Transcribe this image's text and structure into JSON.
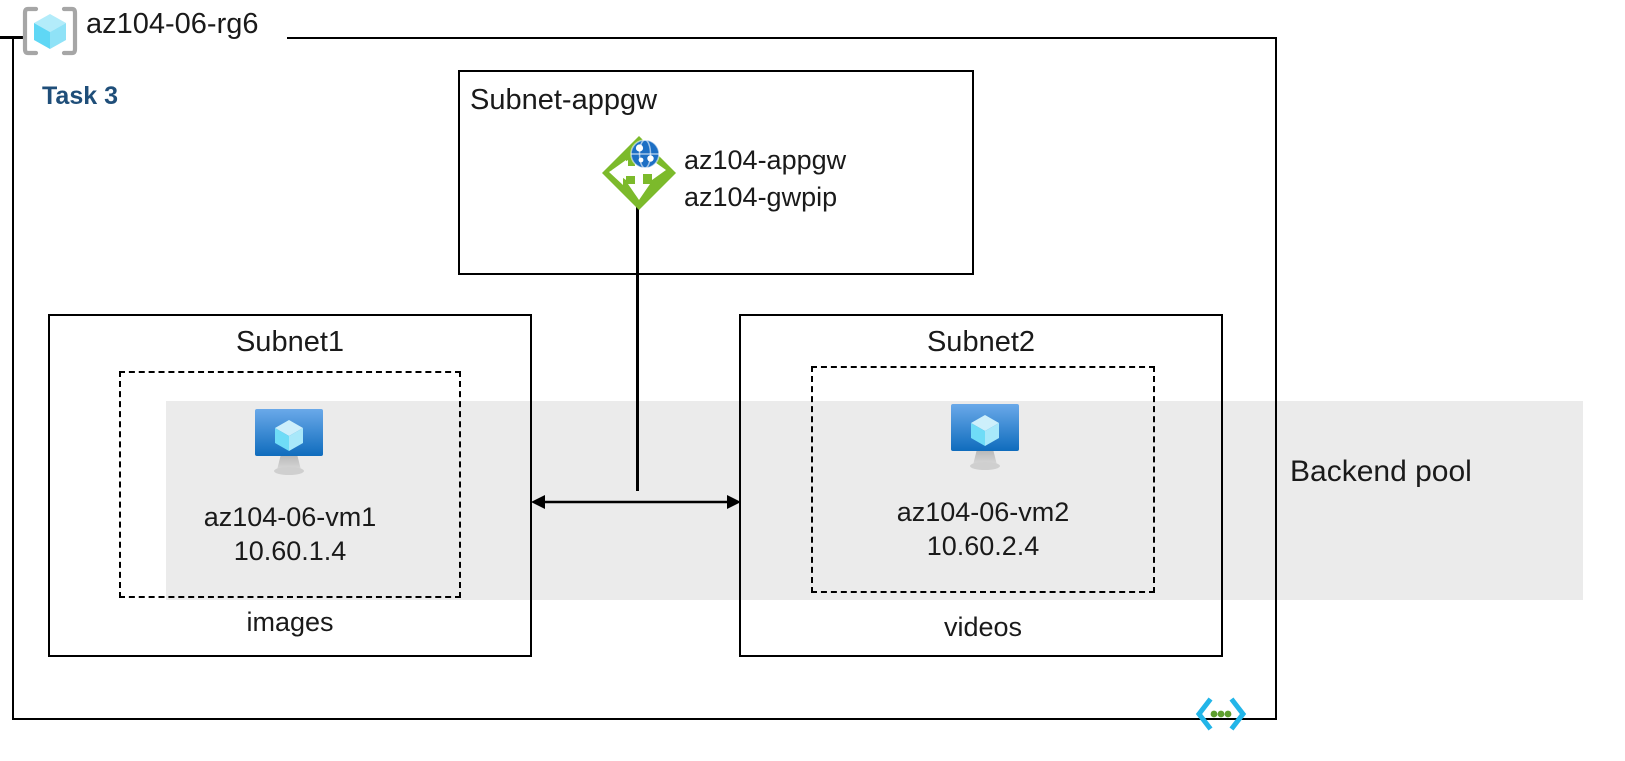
{
  "diagram": {
    "resource_group": {
      "name": "az104-06-rg6",
      "icon": "resource-group-icon"
    },
    "task_label": "Task 3",
    "backend_pool": {
      "label": "Backend pool",
      "band_color": "#ebebeb"
    },
    "subnets": [
      {
        "id": "subnet-appgw",
        "title": "Subnet-appgw",
        "resources": [
          {
            "icon": "application-gateway-icon",
            "lines": [
              "az104-appgw",
              "az104-gwpip"
            ]
          }
        ]
      },
      {
        "id": "subnet1",
        "title": "Subnet1",
        "under_label": "images",
        "vm": {
          "icon": "virtual-machine-icon",
          "name": "az104-06-vm1",
          "ip": "10.60.1.4"
        }
      },
      {
        "id": "subnet2",
        "title": "Subnet2",
        "under_label": "videos",
        "vm": {
          "icon": "virtual-machine-icon",
          "name": "az104-06-vm2",
          "ip": "10.60.2.4"
        }
      }
    ],
    "vnet_icon": "vnet-code-brackets-icon",
    "colors": {
      "task_blue": "#1f4e79",
      "appgw_green": "#7cba2b",
      "vm_blue": "#2f89d8",
      "cube_cyan": "#9ce3f7",
      "line_black": "#000000",
      "band_gray": "#ebebeb",
      "vnet_cyan": "#22b5e8",
      "vnet_green": "#5e9e2e"
    }
  }
}
